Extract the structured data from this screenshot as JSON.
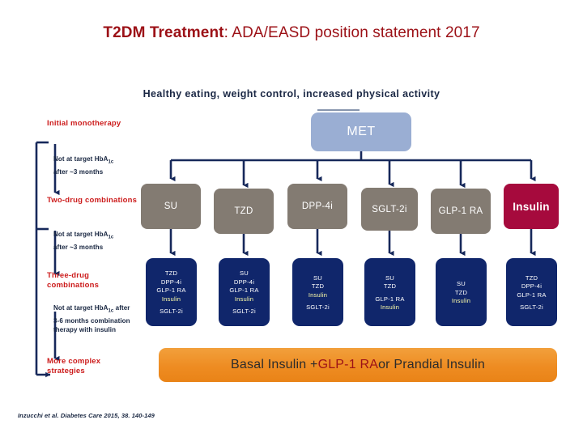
{
  "slide": {
    "title_bold": "T2DM Treatment",
    "title_rest": ": ADA/EASD position statement 2017",
    "subtitle": "Healthy eating, weight control, increased physical activity",
    "citation": "Inzucchi et al. Diabetes Care 2015, 38. 140-149"
  },
  "stages": [
    {
      "label": "Initial monotherapy"
    },
    {
      "label": "Two-drug combinations"
    },
    {
      "label": "Three-drug\ncombinations"
    },
    {
      "label": "More complex\nstrategies"
    }
  ],
  "stage_labels": {
    "initial": "Initial monotherapy",
    "two_drug": "Two-drug combinations",
    "three_drug_line1": "Three-drug",
    "three_drug_line2": "combinations",
    "more_complex_line1": "More complex",
    "more_complex_line2": "strategies"
  },
  "notes": {
    "note1_line1": "Not at target HbA",
    "note1_sub": "1c",
    "note1_line2": "after ~3 months",
    "note2_line1": "Not at target HbA",
    "note2_sub": "1c",
    "note2_line2": "after ~3 months",
    "note3_line1": "Not at target HbA",
    "note3_sub": "1c",
    "note3_line1_tail": " after",
    "note3_line2": "3-6 months combination",
    "note3_line3": "therapy with insulin"
  },
  "monotherapy": {
    "label": "MET"
  },
  "dual_therapy": [
    {
      "label": "SU",
      "style": "gray"
    },
    {
      "label": "TZD",
      "style": "gray"
    },
    {
      "label": "DPP-4i",
      "style": "gray"
    },
    {
      "label": "SGLT-2i",
      "style": "gray"
    },
    {
      "label": "GLP-1 RA",
      "style": "gray"
    },
    {
      "label": "Insulin",
      "style": "crimson"
    }
  ],
  "triple_therapy": [
    {
      "lines": [
        "TZD",
        "DPP-4i",
        "GLP-1 RA",
        "Insulin"
      ],
      "highlight": "Insulin",
      "tail": "SGLT-2i"
    },
    {
      "lines": [
        "SU",
        "DPP-4i",
        "GLP-1 RA",
        "Insulin"
      ],
      "highlight": "Insulin",
      "tail": "SGLT-2i"
    },
    {
      "lines": [
        "SU",
        "TZD",
        "Insulin"
      ],
      "highlight": "Insulin",
      "tail": "SGLT-2i"
    },
    {
      "lines": [
        "SU",
        "TZD",
        "GLP-1 RA",
        "Insulin"
      ],
      "highlight": "Insulin",
      "tail": ""
    },
    {
      "lines": [
        "SU",
        "TZD",
        "Insulin"
      ],
      "highlight": "Insulin",
      "tail": ""
    },
    {
      "lines": [
        "TZD",
        "DPP-4i",
        "GLP-1 RA"
      ],
      "highlight": "",
      "tail": "SGLT-2i"
    }
  ],
  "triple_cells": {
    "c1": {
      "l1": "TZD",
      "l2": "DPP-4i",
      "l3": "GLP-1 RA",
      "l4": "Insulin",
      "l5": "SGLT-2i"
    },
    "c2": {
      "l1": "SU",
      "l2": "DPP-4i",
      "l3": "GLP-1 RA",
      "l4": "Insulin",
      "l5": "SGLT-2i"
    },
    "c3": {
      "l1": "SU",
      "l2": "TZD",
      "l3": "Insulin",
      "l4": "SGLT-2i",
      "l5": ""
    },
    "c4": {
      "l1": "SU",
      "l2": "TZD",
      "l3": "GLP-1 RA",
      "l4": "Insulin",
      "l5": ""
    },
    "c5": {
      "l1": "SU",
      "l2": "TZD",
      "l3": "Insulin",
      "l4": "",
      "l5": ""
    },
    "c6": {
      "l1": "TZD",
      "l2": "DPP-4i",
      "l3": "GLP-1 RA",
      "l4": "SGLT-2i",
      "l5": ""
    }
  },
  "complex_bar": {
    "pre": "Basal Insulin + ",
    "accent": "GLP-1 RA",
    "post": " or Prandial Insulin"
  },
  "colors": {
    "title_red": "#9c1117",
    "label_red": "#cc1b1b",
    "navy_text": "#16243f",
    "met_blue": "#9aaed3",
    "drug_gray": "#837b72",
    "insulin_crimson": "#a60a3d",
    "combo_navy": "#10266b",
    "insulin_yellow": "#ffffa8",
    "orange_bar": "#ee8c22",
    "connector_navy": "#16285a"
  }
}
